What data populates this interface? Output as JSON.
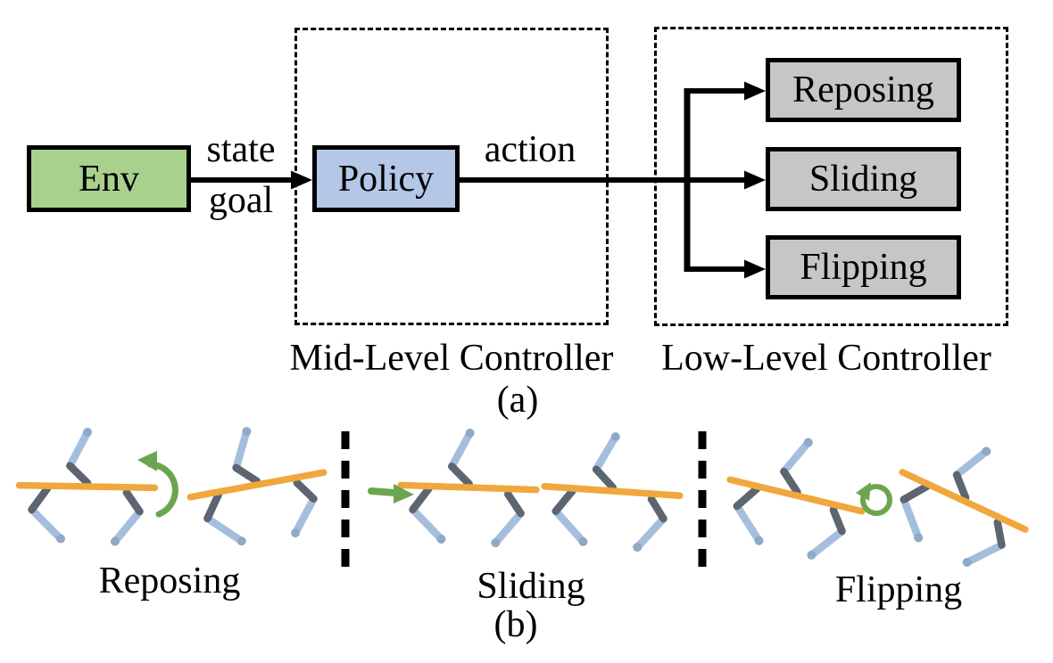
{
  "figure": {
    "panel_a": {
      "caption": "(a)",
      "env_label": "Env",
      "policy_label": "Policy",
      "state_label": "state",
      "goal_label": "goal",
      "action_label": "action",
      "skills": [
        "Reposing",
        "Sliding",
        "Flipping"
      ],
      "mid_level_label": "Mid-Level Controller",
      "low_level_label": "Low-Level Controller"
    },
    "panel_b": {
      "caption": "(b)",
      "labels": [
        "Reposing",
        "Sliding",
        "Flipping"
      ],
      "icons": {
        "reposing": "rotate-ccw-curved-arrow",
        "sliding": "slide-right-straight-arrow",
        "flipping": "flip-ccw-circular-arrow"
      }
    },
    "colors": {
      "env_fill": "#a9d18e",
      "policy_fill": "#b4c7e7",
      "skill_fill": "#c6c6c6",
      "outline": "#000000",
      "limb_blue": "#a6bedd",
      "limb_tip_blue": "#8fa9c7",
      "joint_gray": "#5c6570",
      "object_orange": "#f0a73e",
      "arrow_green": "#6ba64f"
    }
  }
}
